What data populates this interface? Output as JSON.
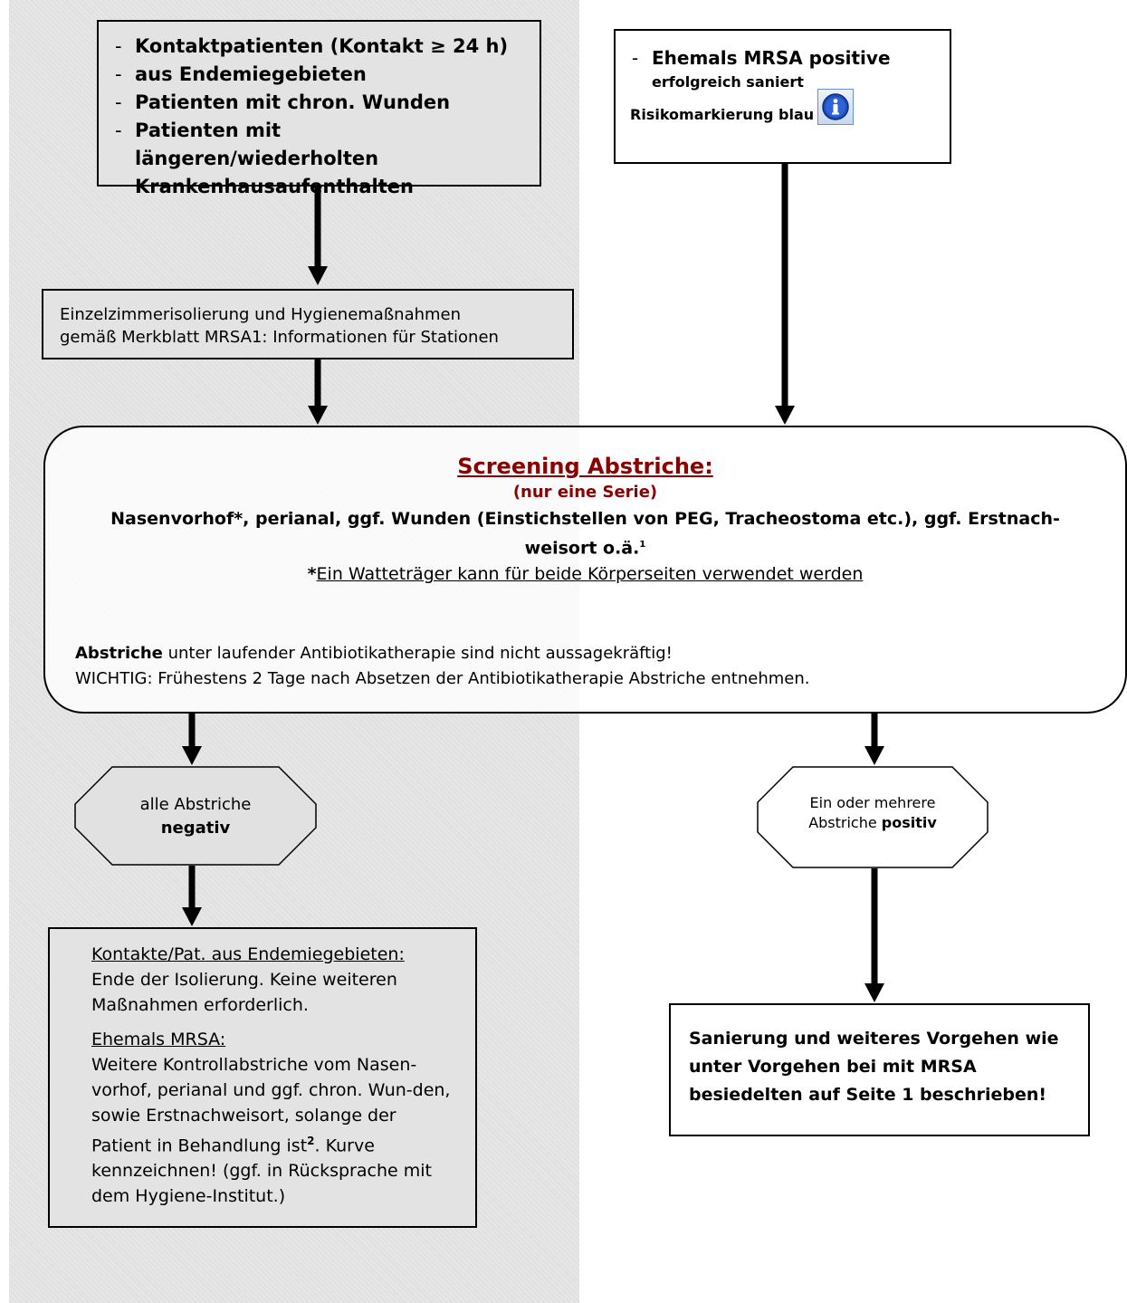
{
  "risk_group_box": {
    "items": [
      "Kontaktpatienten (Kontakt ≥ 24 h)",
      "aus Endemiegebieten",
      "Patienten mit chron. Wunden",
      "Patienten mit längeren/wiederholten Krankenhausaufenthalten"
    ]
  },
  "former_mrsa_box": {
    "item": "Ehemals MRSA positive",
    "sub": "erfolgreich saniert",
    "marker_label": "Risikomarkierung blau",
    "marker_icon": "info-icon"
  },
  "isolation_box": {
    "line1": "Einzelzimmerisolierung und Hygienemaßnahmen",
    "line2": "gemäß Merkblatt MRSA1: Informationen für Stationen"
  },
  "screening_box": {
    "title": "Screening Abstriche:",
    "subtitle": "(nur eine Serie)",
    "sites_line1": "Nasenvorhof*, perianal, ggf. Wunden (Einstichstellen von PEG, Tracheostoma etc.), ggf. Erstnach-",
    "sites_line2": "weisort o.ä.",
    "sites_footnote": "1",
    "note_star": "*",
    "note_text": "Ein Watteträger kann für beide Körperseiten verwendet werden",
    "warning_bold": "Abstriche",
    "warning_rest": " unter laufender Antibiotikatherapie sind nicht aussagekräftig!",
    "important": "WICHTIG: Frühestens 2 Tage nach Absetzen der Antibiotikatherapie Abstriche entnehmen."
  },
  "negative_result": {
    "line1": "alle Abstriche",
    "line2": "negativ"
  },
  "positive_result": {
    "line1": "Ein oder mehrere",
    "line2_prefix": "Abstriche ",
    "line2_bold": "positiv"
  },
  "negative_outcome_box": {
    "heading1": "Kontakte/Pat. aus Endemiegebieten:",
    "text1": "Ende der Isolierung. Keine weiteren Maßnahmen erforderlich.",
    "heading2": "Ehemals MRSA:",
    "text2a": "Weitere Kontrollabstriche vom Nasen-vorhof, perianal und ggf. chron. Wun-den, sowie Erstnachweisort, solange der Patient in Behandlung ist",
    "text2_footnote": "2",
    "text2b": ". Kurve kennzeichnen! (ggf. in Rücksprache mit dem Hygiene-Institut.)"
  },
  "positive_outcome_box": {
    "text": "Sanierung und weiteres Vorgehen wie unter Vorgehen bei mit MRSA besiedelten auf Seite 1 beschrieben!"
  }
}
